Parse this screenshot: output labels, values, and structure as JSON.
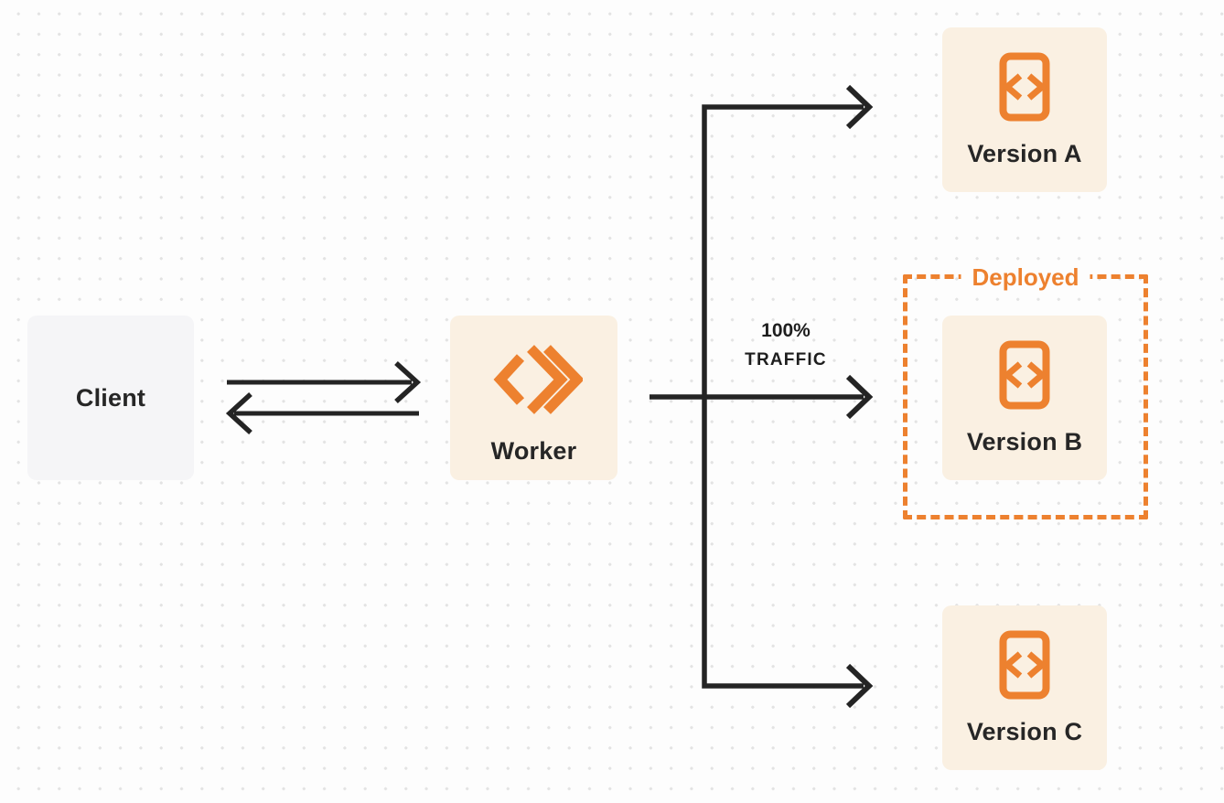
{
  "diagram": {
    "client": {
      "label": "Client"
    },
    "worker": {
      "label": "Worker"
    },
    "traffic_label": {
      "line1": "100%",
      "line2": "TRAFFIC"
    },
    "deployed": {
      "label": "Deployed"
    },
    "versions": [
      {
        "label": "Version A"
      },
      {
        "label": "Version B"
      },
      {
        "label": "Version C"
      }
    ],
    "colors": {
      "accent_orange": "#ED812F",
      "node_cream": "#FAF0E2",
      "client_gray": "#F5F5F7",
      "arrow_dark": "#242424",
      "background": "#FDFDFD",
      "dot_grid": "#E3E3E3"
    }
  }
}
